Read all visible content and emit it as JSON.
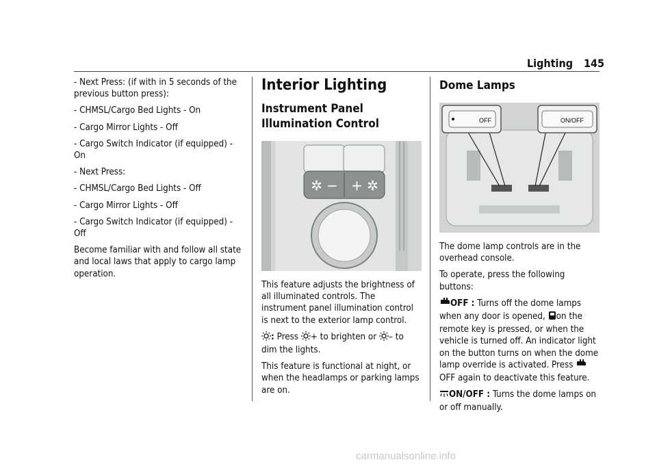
{
  "header": {
    "section": "Lighting",
    "page": "145"
  },
  "col1": {
    "lines": [
      "- Next Press: (if with in 5 seconds of the previous button press):",
      "- CHMSL/Cargo Bed Lights - On",
      "- Cargo Mirror Lights - Off",
      "- Cargo Switch Indicator (if equipped) - On",
      "- Next Press:",
      "- CHMSL/Cargo Bed Lights - Off",
      "- Cargo Mirror Lights - Off",
      "- Cargo Switch Indicator (if equipped) - Off",
      "Become familiar with and follow all state and local laws that apply to cargo lamp operation."
    ]
  },
  "col2": {
    "h1": "Interior Lighting",
    "h2": "Instrument Panel Illumination Control",
    "p1": "This feature adjusts the brightness of all illuminated controls. The instrument panel illumination control is next to the exterior lamp control.",
    "p2a": ":",
    "p2b": "Press",
    "p2c": "+ to brighten or",
    "p2d": "– to dim the lights.",
    "p3": "This feature is functional at night, or when the headlamps or parking lamps are on."
  },
  "col3": {
    "h2": "Dome Lamps",
    "fig_off_label": "OFF",
    "fig_onoff_label": "ON/OFF",
    "p1": "The dome lamp controls are in the overhead console.",
    "p2": "To operate, press the following buttons:",
    "off_label": "OFF :",
    "off_a": "Turns off the dome lamps when any door is opened,",
    "off_b": "on the remote key is pressed, or when the vehicle is turned off. An indicator light on the button turns on when the dome lamp override is activated. Press",
    "off_c": "OFF again to deactivate this feature.",
    "onoff_label": "ON/OFF :",
    "onoff_text": "Turns the dome lamps on or off manually."
  },
  "footer": {
    "watermark": "carmanualsonline.info"
  }
}
